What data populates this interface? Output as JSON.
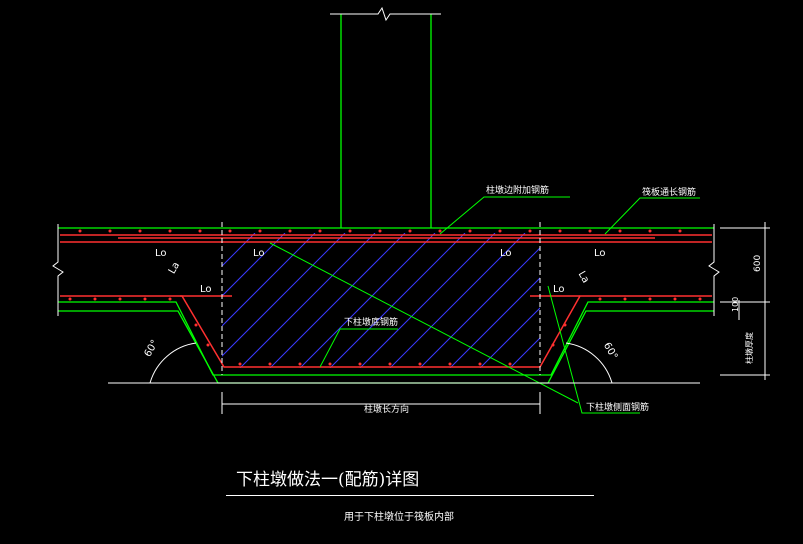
{
  "drawing": {
    "title": "下柱墩做法一(配筋)详图",
    "subtitle": "用于下柱墩位于筏板内部",
    "labels": {
      "column_extra_bar": "柱墩边附加钢筋",
      "raft_long_bar": "筏板通长钢筋",
      "bottom_bar": "下柱墩底钢筋",
      "column_direction": "柱墩长方向",
      "side_bar": "下柱墩侧面钢筋",
      "raft_thickness_dim": "600",
      "pier_dim_1": "100",
      "pier_dim_2": "柱墩厚度",
      "angle_left": "60°",
      "angle_right": "60°",
      "lo_1": "Lo",
      "lo_2": "Lo",
      "lo_3": "Lo",
      "lo_4": "Lo",
      "lo_5": "Lo",
      "lo_6": "Lo",
      "la_left": "La",
      "la_right": "La"
    },
    "colors": {
      "background": "#000000",
      "concrete_outline": "#00ff00",
      "rebar": "#ff3030",
      "hatch": "#3a3aff",
      "dashed": "#ffffff",
      "dimension": "#ffffff",
      "leader": "#00ff00",
      "text": "#ffffff"
    }
  }
}
